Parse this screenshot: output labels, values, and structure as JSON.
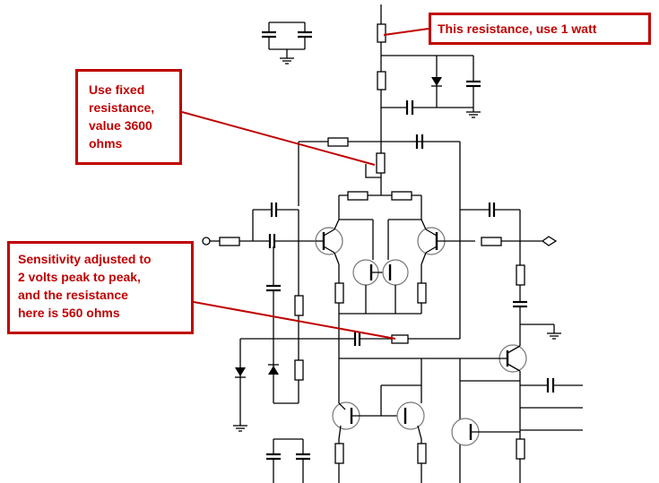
{
  "annotations": {
    "top_resistor": "This resistance, use 1 watt",
    "fixed_resistor": "Use fixed\nresistance,\nvalue 3600\nohms",
    "sensitivity": "Sensitivity adjusted to\n2 volts peak to peak,\nand the resistance\nhere is 560 ohms"
  },
  "colors": {
    "callout": "#c00000",
    "wire": "#000000",
    "background": "#ffffff"
  }
}
